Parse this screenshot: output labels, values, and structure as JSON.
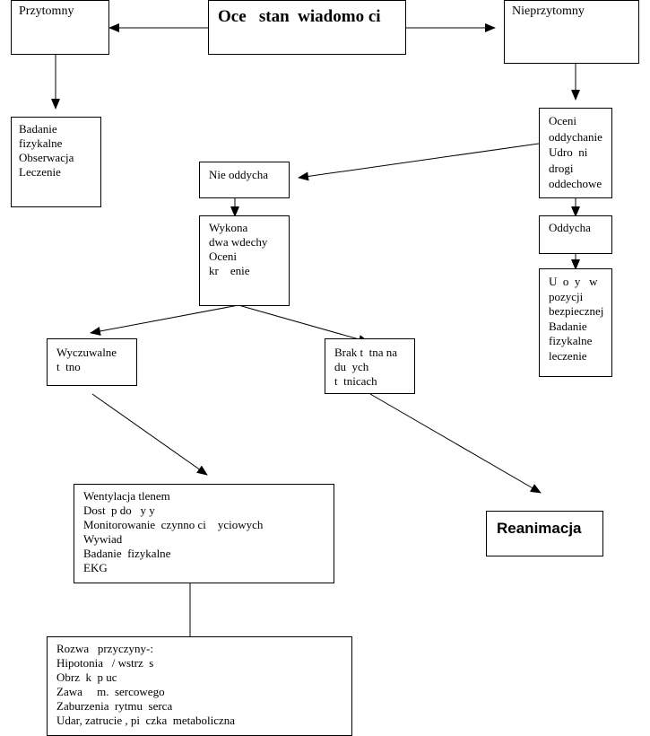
{
  "nodes": {
    "assess": {
      "lines": [
        "Oce   stan  wiadomo ci"
      ]
    },
    "conscious": {
      "lines": [
        "Przytomny"
      ]
    },
    "unconscious": {
      "lines": [
        "Nieprzytomny"
      ]
    },
    "exam": {
      "lines": [
        "Badanie",
        "fizykalne",
        "Obserwacja",
        "Leczenie"
      ]
    },
    "assess_breathing": {
      "lines": [
        "Oceni",
        "oddychanie",
        "Udro  ni",
        "drogi",
        "oddechowe"
      ]
    },
    "not_breathing": {
      "lines": [
        "Nie oddycha"
      ]
    },
    "two_breaths": {
      "lines": [
        "Wykona",
        "dwa wdechy",
        "Oceni",
        "kr    enie"
      ]
    },
    "breathing": {
      "lines": [
        "Oddycha"
      ]
    },
    "recovery": {
      "lines": [
        "U  o  y   w",
        "pozycji",
        "bezpiecznej",
        "Badanie",
        "fizykalne",
        "leczenie"
      ]
    },
    "pulse": {
      "lines": [
        "Wyczuwalne",
        "t  tno"
      ]
    },
    "no_pulse": {
      "lines": [
        "Brak t  tna na",
        "du  ych",
        "t  tnicach"
      ]
    },
    "ventilation": {
      "lines": [
        "Wentylacja tlenem",
        "Dost  p do   y y",
        "Monitorowanie  czynno ci    yciowych",
        "Wywiad",
        "Badanie  fizykalne",
        "EKG"
      ]
    },
    "cpr": {
      "lines": [
        "Reanimacja"
      ]
    },
    "causes": {
      "lines": [
        "Rozwa   przyczyny-:",
        "Hipotonia   / wstrz  s",
        "Obrz  k  p uc",
        "Zawa     m.  sercowego",
        "Zaburzenia  rytmu  serca",
        "Udar, zatrucie , pi  czka  metaboliczna"
      ]
    }
  }
}
